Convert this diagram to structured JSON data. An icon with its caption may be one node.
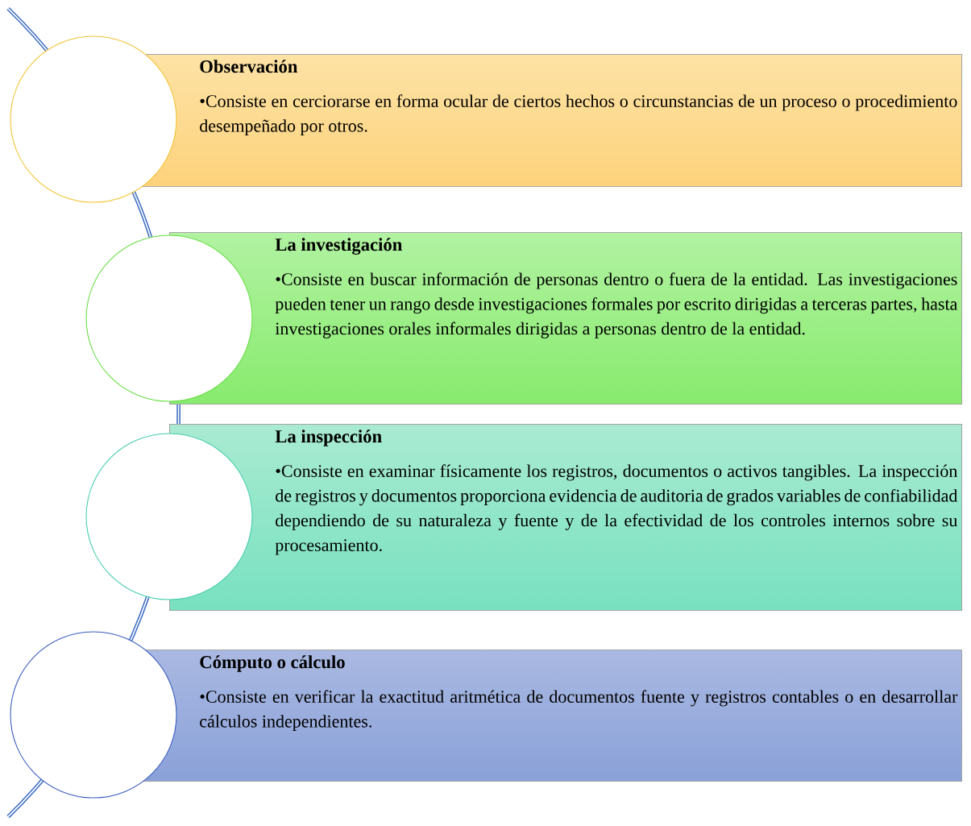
{
  "diagram": {
    "nodes": [
      {
        "text": [
          "Observación",
          "•Consiste en cerciorarse en forma ocular de ciertos hechos o circunstancias de un proceso o procedimiento desempeñado por otros."
        ]
      },
      {
        "text": [
          "La investigación",
          "•Consiste en buscar información de personas dentro o fuera de la entidad. Las investigaciones pueden tener un rango desde investigaciones formales por escrito dirigidas a terceras partes, hasta investigaciones orales informales dirigidas a personas dentro de la entidad."
        ]
      },
      {
        "text": [
          "La inspección",
          "•Consiste en examinar físicamente los registros, documentos o activos tangibles. La inspección de registros y documentos proporciona evidencia de auditoria de grados variables de confiabilidad dependiendo de su naturaleza y fuente y de la efectividad de los controles internos sobre su procesamiento."
        ]
      },
      {
        "text": [
          "Cómputo o cálculo",
          "•Consiste en verificar la exactitud aritmética de documentos fuente y registros contables o en desarrollar cálculos independientes."
        ]
      },
      {
        "text": [],
        "shape": "circle"
      },
      {
        "text": [],
        "shape": "circle"
      },
      {
        "text": [],
        "shape": "circle"
      },
      {
        "text": [],
        "shape": "circle"
      }
    ]
  }
}
